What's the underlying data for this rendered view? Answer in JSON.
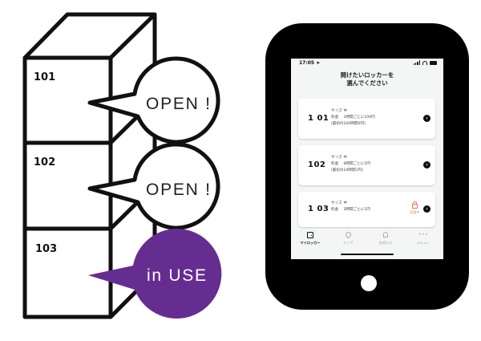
{
  "illustration": {
    "lockers": [
      {
        "number": "101",
        "bubble_text": "OPEN !",
        "status": "open",
        "bubble_color": "#ffffff",
        "text_color": "#222222"
      },
      {
        "number": "102",
        "bubble_text": "OPEN !",
        "status": "open",
        "bubble_color": "#ffffff",
        "text_color": "#222222"
      },
      {
        "number": "103",
        "bubble_text": "in USE",
        "status": "in_use",
        "bubble_color": "#662d91",
        "text_color": "#ffffff"
      }
    ],
    "outline_color": "#111111"
  },
  "tablet": {
    "frame_color": "#000000",
    "status_bar": {
      "time": "17:05",
      "location_icon": "location-arrow-icon",
      "icons": [
        "signal-icon",
        "wifi-icon",
        "battery-icon"
      ]
    },
    "title_line1": "開けたいロッカーを",
    "title_line2": "選んでください",
    "cards": [
      {
        "number": "1 01",
        "size_label": "サイズ",
        "size_value": "中",
        "fee_label": "料金",
        "fee_value": "1時間ごとに100円",
        "note": "(最初の200時間0円)",
        "in_use": false
      },
      {
        "number": "102",
        "size_label": "サイズ",
        "size_value": "中",
        "fee_label": "料金",
        "fee_value": "6時間ごとに1円",
        "note": "(最初の24時間1円)",
        "in_use": false
      },
      {
        "number": "1 03",
        "size_label": "サイズ",
        "size_value": "中",
        "fee_label": "料金",
        "fee_value": "3時間ごとに1円",
        "note": "",
        "in_use": true,
        "in_use_label": "利用中"
      }
    ],
    "arrow_glyph": "›",
    "accent_color": "#f07050",
    "tabs": [
      {
        "label": "マイロッカー",
        "icon": "locker-icon",
        "active": true
      },
      {
        "label": "マップ",
        "icon": "map-pin-icon",
        "active": false
      },
      {
        "label": "お知らせ",
        "icon": "bell-icon",
        "active": false
      },
      {
        "label": "メニュー",
        "icon": "more-icon",
        "active": false
      }
    ],
    "more_glyph": "•••"
  }
}
